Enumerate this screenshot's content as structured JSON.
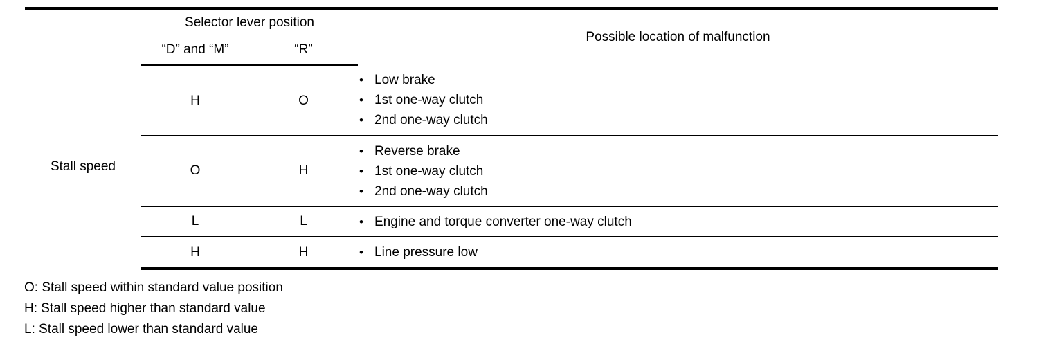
{
  "table": {
    "header": {
      "selector_group": "Selector lever position",
      "col_dm": "“D” and “M”",
      "col_r": "“R”",
      "malfunction": "Possible location of malfunction"
    },
    "row_group_label": "Stall speed",
    "bullet": "•",
    "rows": [
      {
        "dm": "H",
        "r": "O",
        "causes": [
          "Low brake",
          "1st one-way clutch",
          "2nd one-way clutch"
        ]
      },
      {
        "dm": "O",
        "r": "H",
        "causes": [
          "Reverse brake",
          "1st one-way clutch",
          "2nd one-way clutch"
        ]
      },
      {
        "dm": "L",
        "r": "L",
        "causes": [
          "Engine and torque converter one-way clutch"
        ]
      },
      {
        "dm": "H",
        "r": "H",
        "causes": [
          "Line pressure low"
        ]
      }
    ]
  },
  "legend": {
    "o_note": "O: Stall speed within standard value position",
    "h_note": "H: Stall speed higher than standard value",
    "l_note": "L: Stall speed lower than standard value"
  }
}
